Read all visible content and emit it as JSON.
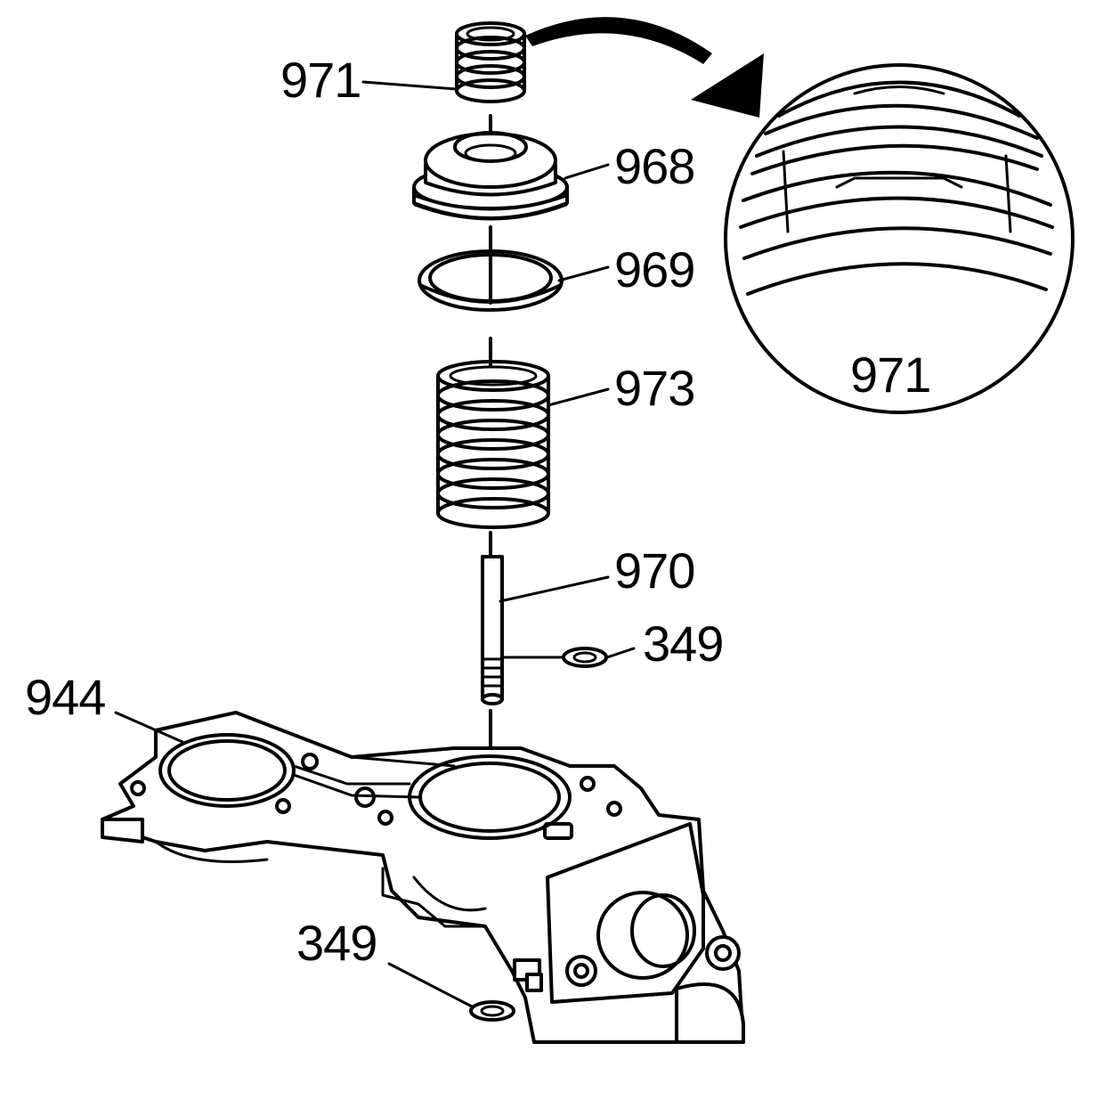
{
  "diagram": {
    "callouts": {
      "spring_small": "971",
      "piston": "968",
      "seal_ring": "969",
      "spring_large": "973",
      "pin": "970",
      "retainer_upper": "349",
      "body": "944",
      "retainer_lower": "349",
      "detail_view": "971"
    },
    "colors": {
      "ink": "#000000",
      "paper": "#ffffff"
    }
  }
}
